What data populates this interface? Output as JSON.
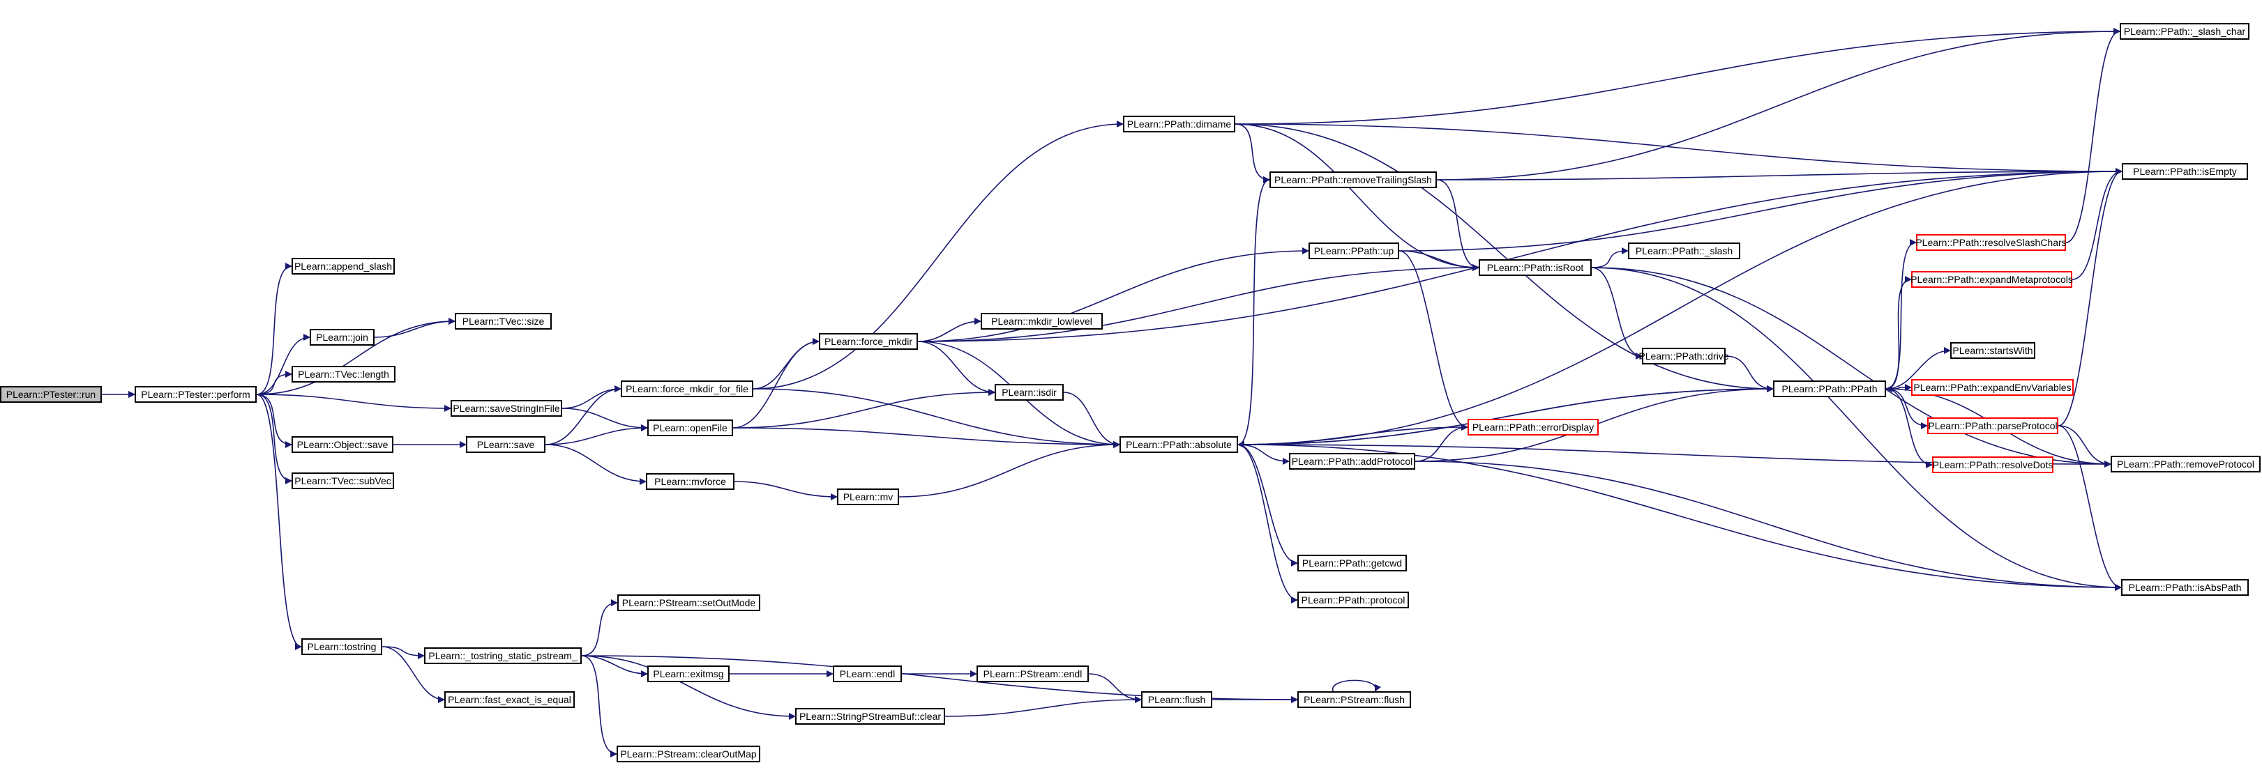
{
  "diagram": {
    "nodes": [
      {
        "id": "run",
        "label": "PLearn::PTester::run",
        "root": true
      },
      {
        "id": "perform",
        "label": "PLearn::PTester::perform"
      },
      {
        "id": "append_slash",
        "label": "PLearn::append_slash"
      },
      {
        "id": "tvec_size",
        "label": "PLearn::TVec::size"
      },
      {
        "id": "join",
        "label": "PLearn::join"
      },
      {
        "id": "tvec_length",
        "label": "PLearn::TVec::length"
      },
      {
        "id": "saveStringInFile",
        "label": "PLearn::saveStringInFile"
      },
      {
        "id": "object_save",
        "label": "PLearn::Object::save"
      },
      {
        "id": "tvec_subvec",
        "label": "PLearn::TVec::subVec"
      },
      {
        "id": "tostring",
        "label": "PLearn::tostring"
      },
      {
        "id": "fmff",
        "label": "PLearn::force_mkdir_for_file"
      },
      {
        "id": "openFile",
        "label": "PLearn::openFile"
      },
      {
        "id": "save",
        "label": "PLearn::save"
      },
      {
        "id": "mvforce",
        "label": "PLearn::mvforce"
      },
      {
        "id": "mv",
        "label": "PLearn::mv"
      },
      {
        "id": "force_mkdir",
        "label": "PLearn::force_mkdir"
      },
      {
        "id": "mkdir_lowlevel",
        "label": "PLearn::mkdir_lowlevel"
      },
      {
        "id": "isdir",
        "label": "PLearn::isdir"
      },
      {
        "id": "dirname",
        "label": "PLearn::PPath::dirname"
      },
      {
        "id": "removeTrailingSlash",
        "label": "PLearn::PPath::removeTrailingSlash"
      },
      {
        "id": "up",
        "label": "PLearn::PPath::up"
      },
      {
        "id": "isRoot",
        "label": "PLearn::PPath::isRoot"
      },
      {
        "id": "_slash",
        "label": "PLearn::PPath::_slash"
      },
      {
        "id": "drive",
        "label": "PLearn::PPath::drive"
      },
      {
        "id": "absolute",
        "label": "PLearn::PPath::absolute"
      },
      {
        "id": "addProtocol",
        "label": "PLearn::PPath::addProtocol"
      },
      {
        "id": "errorDisplay",
        "label": "PLearn::PPath::errorDisplay",
        "red": true
      },
      {
        "id": "getcwd",
        "label": "PLearn::PPath::getcwd"
      },
      {
        "id": "protocol",
        "label": "PLearn::PPath::protocol"
      },
      {
        "id": "ppath",
        "label": "PLearn::PPath::PPath"
      },
      {
        "id": "resolveSlashChars",
        "label": "PLearn::PPath::resolveSlashChars",
        "red": true
      },
      {
        "id": "expandMetaprotocols",
        "label": "PLearn::PPath::expandMetaprotocols",
        "red": true
      },
      {
        "id": "startsWith",
        "label": "PLearn::startsWith"
      },
      {
        "id": "expandEnvVariables",
        "label": "PLearn::PPath::expandEnvVariables",
        "red": true
      },
      {
        "id": "parseProtocol",
        "label": "PLearn::PPath::parseProtocol",
        "red": true
      },
      {
        "id": "resolveDots",
        "label": "PLearn::PPath::resolveDots",
        "red": true
      },
      {
        "id": "_slash_char",
        "label": "PLearn::PPath::_slash_char"
      },
      {
        "id": "isEmpty",
        "label": "PLearn::PPath::isEmpty"
      },
      {
        "id": "removeProtocol",
        "label": "PLearn::PPath::removeProtocol"
      },
      {
        "id": "isAbsPath",
        "label": "PLearn::PPath::isAbsPath"
      },
      {
        "id": "tsp",
        "label": "PLearn::_tostring_static_pstream_"
      },
      {
        "id": "fast_exact",
        "label": "PLearn::fast_exact_is_equal"
      },
      {
        "id": "setOutMode",
        "label": "PLearn::PStream::setOutMode"
      },
      {
        "id": "exitmsg",
        "label": "PLearn::exitmsg"
      },
      {
        "id": "endl",
        "label": "PLearn::endl"
      },
      {
        "id": "pstream_endl",
        "label": "PLearn::PStream::endl"
      },
      {
        "id": "flush",
        "label": "PLearn::flush"
      },
      {
        "id": "pstream_flush",
        "label": "PLearn::PStream::flush"
      },
      {
        "id": "spsb_clear",
        "label": "PLearn::StringPStreamBuf::clear"
      },
      {
        "id": "clearOutMap",
        "label": "PLearn::PStream::clearOutMap"
      }
    ],
    "edges": [
      [
        "run",
        "perform"
      ],
      [
        "perform",
        "append_slash"
      ],
      [
        "perform",
        "tvec_size"
      ],
      [
        "perform",
        "join"
      ],
      [
        "perform",
        "tvec_length"
      ],
      [
        "perform",
        "saveStringInFile"
      ],
      [
        "perform",
        "object_save"
      ],
      [
        "perform",
        "tvec_subvec"
      ],
      [
        "perform",
        "tostring"
      ],
      [
        "join",
        "tvec_size"
      ],
      [
        "saveStringInFile",
        "fmff"
      ],
      [
        "saveStringInFile",
        "openFile"
      ],
      [
        "object_save",
        "save"
      ],
      [
        "save",
        "fmff"
      ],
      [
        "save",
        "openFile"
      ],
      [
        "save",
        "mvforce"
      ],
      [
        "mvforce",
        "mv"
      ],
      [
        "mv",
        "absolute"
      ],
      [
        "fmff",
        "dirname"
      ],
      [
        "fmff",
        "force_mkdir"
      ],
      [
        "fmff",
        "absolute"
      ],
      [
        "openFile",
        "force_mkdir"
      ],
      [
        "openFile",
        "isdir"
      ],
      [
        "openFile",
        "absolute"
      ],
      [
        "force_mkdir",
        "up"
      ],
      [
        "force_mkdir",
        "isRoot"
      ],
      [
        "force_mkdir",
        "mkdir_lowlevel"
      ],
      [
        "force_mkdir",
        "isdir"
      ],
      [
        "force_mkdir",
        "absolute"
      ],
      [
        "force_mkdir",
        "isEmpty"
      ],
      [
        "isdir",
        "absolute"
      ],
      [
        "dirname",
        "removeTrailingSlash"
      ],
      [
        "dirname",
        "isRoot"
      ],
      [
        "dirname",
        "ppath"
      ],
      [
        "dirname",
        "_slash_char"
      ],
      [
        "dirname",
        "isEmpty"
      ],
      [
        "removeTrailingSlash",
        "isRoot"
      ],
      [
        "removeTrailingSlash",
        "_slash_char"
      ],
      [
        "removeTrailingSlash",
        "isEmpty"
      ],
      [
        "up",
        "isRoot"
      ],
      [
        "up",
        "errorDisplay"
      ],
      [
        "up",
        "isEmpty"
      ],
      [
        "isRoot",
        "_slash"
      ],
      [
        "isRoot",
        "drive"
      ],
      [
        "isRoot",
        "isAbsPath"
      ],
      [
        "isRoot",
        "removeProtocol"
      ],
      [
        "drive",
        "ppath"
      ],
      [
        "absolute",
        "removeTrailingSlash"
      ],
      [
        "absolute",
        "addProtocol"
      ],
      [
        "absolute",
        "getcwd"
      ],
      [
        "absolute",
        "protocol"
      ],
      [
        "absolute",
        "ppath"
      ],
      [
        "absolute",
        "isAbsPath"
      ],
      [
        "absolute",
        "isEmpty"
      ],
      [
        "absolute",
        "removeProtocol"
      ],
      [
        "errorDisplay",
        "absolute"
      ],
      [
        "addProtocol",
        "errorDisplay"
      ],
      [
        "addProtocol",
        "ppath"
      ],
      [
        "addProtocol",
        "isAbsPath"
      ],
      [
        "ppath",
        "absolute"
      ],
      [
        "ppath",
        "resolveSlashChars"
      ],
      [
        "ppath",
        "expandMetaprotocols"
      ],
      [
        "ppath",
        "startsWith"
      ],
      [
        "ppath",
        "expandEnvVariables"
      ],
      [
        "ppath",
        "parseProtocol"
      ],
      [
        "ppath",
        "resolveDots"
      ],
      [
        "resolveSlashChars",
        "_slash_char"
      ],
      [
        "expandMetaprotocols",
        "isEmpty"
      ],
      [
        "parseProtocol",
        "isEmpty"
      ],
      [
        "parseProtocol",
        "removeProtocol"
      ],
      [
        "parseProtocol",
        "isAbsPath"
      ],
      [
        "removeProtocol",
        "ppath"
      ],
      [
        "tostring",
        "tsp"
      ],
      [
        "tostring",
        "fast_exact"
      ],
      [
        "tsp",
        "setOutMode"
      ],
      [
        "tsp",
        "exitmsg"
      ],
      [
        "tsp",
        "pstream_flush"
      ],
      [
        "tsp",
        "spsb_clear"
      ],
      [
        "tsp",
        "clearOutMap"
      ],
      [
        "exitmsg",
        "endl"
      ],
      [
        "endl",
        "pstream_endl"
      ],
      [
        "pstream_endl",
        "flush"
      ],
      [
        "spsb_clear",
        "flush"
      ],
      [
        "flush",
        "pstream_flush"
      ],
      [
        "pstream_flush",
        "pstream_flush"
      ]
    ]
  }
}
